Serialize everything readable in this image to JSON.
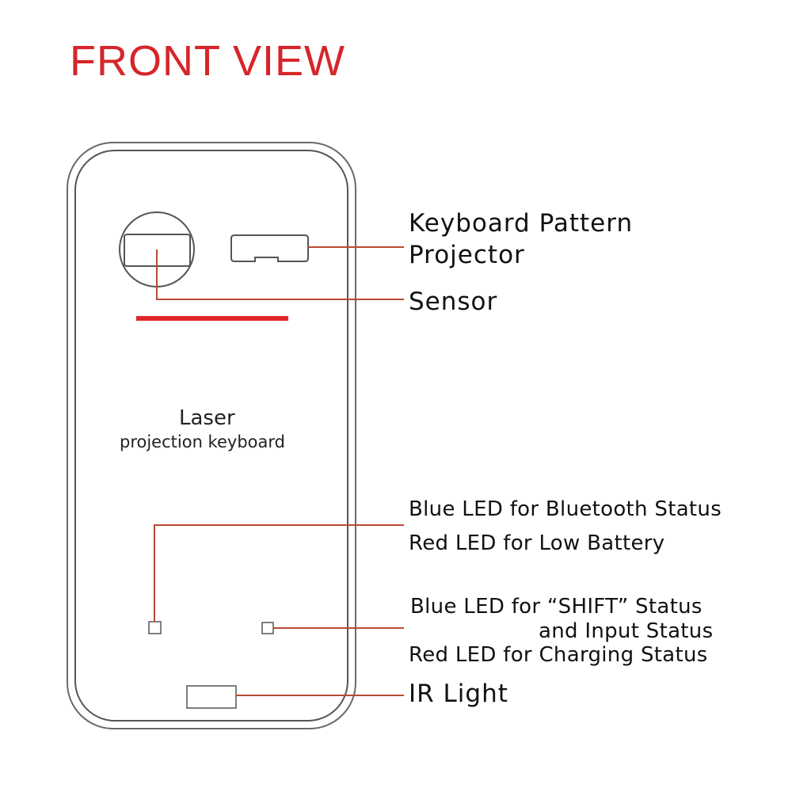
{
  "title": "FRONT VIEW",
  "colors": {
    "title": "#d6262b",
    "accent_bar": "#e0262b",
    "leader_line": "#b94a35",
    "outline": "#5a5a5a"
  },
  "device": {
    "title": "Laser",
    "subtitle": "projection keyboard"
  },
  "callouts": {
    "projector_line1": "Keyboard Pattern",
    "projector_line2": "Projector",
    "sensor": "Sensor",
    "bluetooth_led": "Blue LED for Bluetooth Status",
    "low_battery_led": "Red LED for Low Battery",
    "shift_led_line1": "Blue LED for “SHIFT” Status",
    "shift_led_line2": "and Input Status",
    "charging_led": "Red LED for Charging Status",
    "ir_light": "IR Light"
  }
}
